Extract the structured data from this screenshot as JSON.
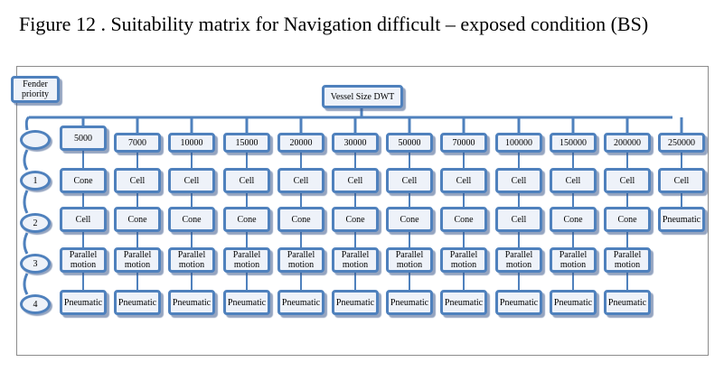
{
  "caption": "Figure 12 . Suitability matrix for Navigation difficult – exposed condition (BS)",
  "labels": {
    "fender_priority": "Fender priority",
    "vessel_size": "Vessel Size DWT"
  },
  "priorities": [
    "1",
    "2",
    "3",
    "4"
  ],
  "vessel_sizes": [
    "5000",
    "7000",
    "10000",
    "15000",
    "20000",
    "30000",
    "50000",
    "70000",
    "100000",
    "150000",
    "200000",
    "250000"
  ],
  "matrix": [
    [
      "Cone",
      "Cell",
      "Cell",
      "Cell",
      "Cell",
      "Cell",
      "Cell",
      "Cell",
      "Cell",
      "Cell",
      "Cell",
      "Cell"
    ],
    [
      "Cell",
      "Cone",
      "Cone",
      "Cone",
      "Cone",
      "Cone",
      "Cone",
      "Cone",
      "Cell",
      "Cone",
      "Cone",
      "Pneumatic"
    ],
    [
      "Parallel motion",
      "Parallel motion",
      "Parallel motion",
      "Parallel motion",
      "Parallel motion",
      "Parallel motion",
      "Parallel motion",
      "Parallel motion",
      "Parallel motion",
      "Parallel motion",
      "Parallel motion",
      ""
    ],
    [
      "Pneumatic",
      "Pneumatic",
      "Pneumatic",
      "Pneumatic",
      "Pneumatic",
      "Pneumatic",
      "Pneumatic",
      "Pneumatic",
      "Pneumatic",
      "Pneumatic",
      "Pneumatic",
      ""
    ]
  ],
  "colors": {
    "border": "#4f81bd",
    "fill": "#eef2f9"
  }
}
